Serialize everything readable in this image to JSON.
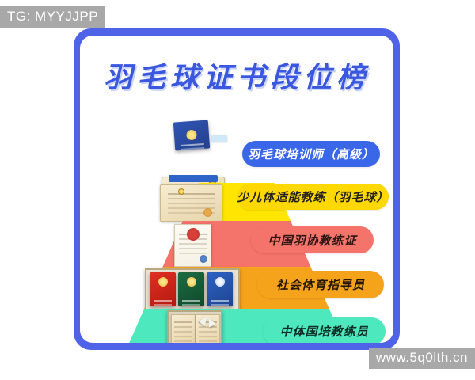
{
  "overlays": {
    "top_watermark": "TG: MYYJJPP",
    "bottom_watermark": "www.5q0lth.cn"
  },
  "poster": {
    "title": "羽毛球证书段位榜",
    "frame_color": "#4e63e8",
    "background_color": "#ffffff",
    "title_color": "#3a57e0"
  },
  "pyramid": {
    "tiers": [
      {
        "rank": 1,
        "label": "羽毛球培训师（高级）",
        "band_color": "#ffffff",
        "pill_color": "#3a66e8",
        "pill_text_color": "#ffffff",
        "certificate": "blue-booklet-and-open-gold-certificate"
      },
      {
        "rank": 2,
        "label": "少儿体适能教练（羽毛球）",
        "band_color": "#ffe500",
        "pill_color": "#ffd800",
        "pill_text_color": "#222222",
        "certificate": "gold-framed-certificate"
      },
      {
        "rank": 3,
        "label": "中国羽协教练证",
        "band_color": "#f4736a",
        "pill_color": "#f4736a",
        "pill_text_color": "#2a1512",
        "certificate": "white-certificate-with-red-seal"
      },
      {
        "rank": 4,
        "label": "社会体育指导员",
        "band_color": "#f6a31c",
        "pill_color": "#f6a31c",
        "pill_text_color": "#241603",
        "certificate": "three-booklets-red-green-blue"
      },
      {
        "rank": 5,
        "label": "中体国培教练员",
        "band_color": "#4ee8be",
        "pill_color": "#4ee8be",
        "pill_text_color": "#0c2c24",
        "certificate": "open-certificate-with-shuttlecock"
      }
    ]
  }
}
